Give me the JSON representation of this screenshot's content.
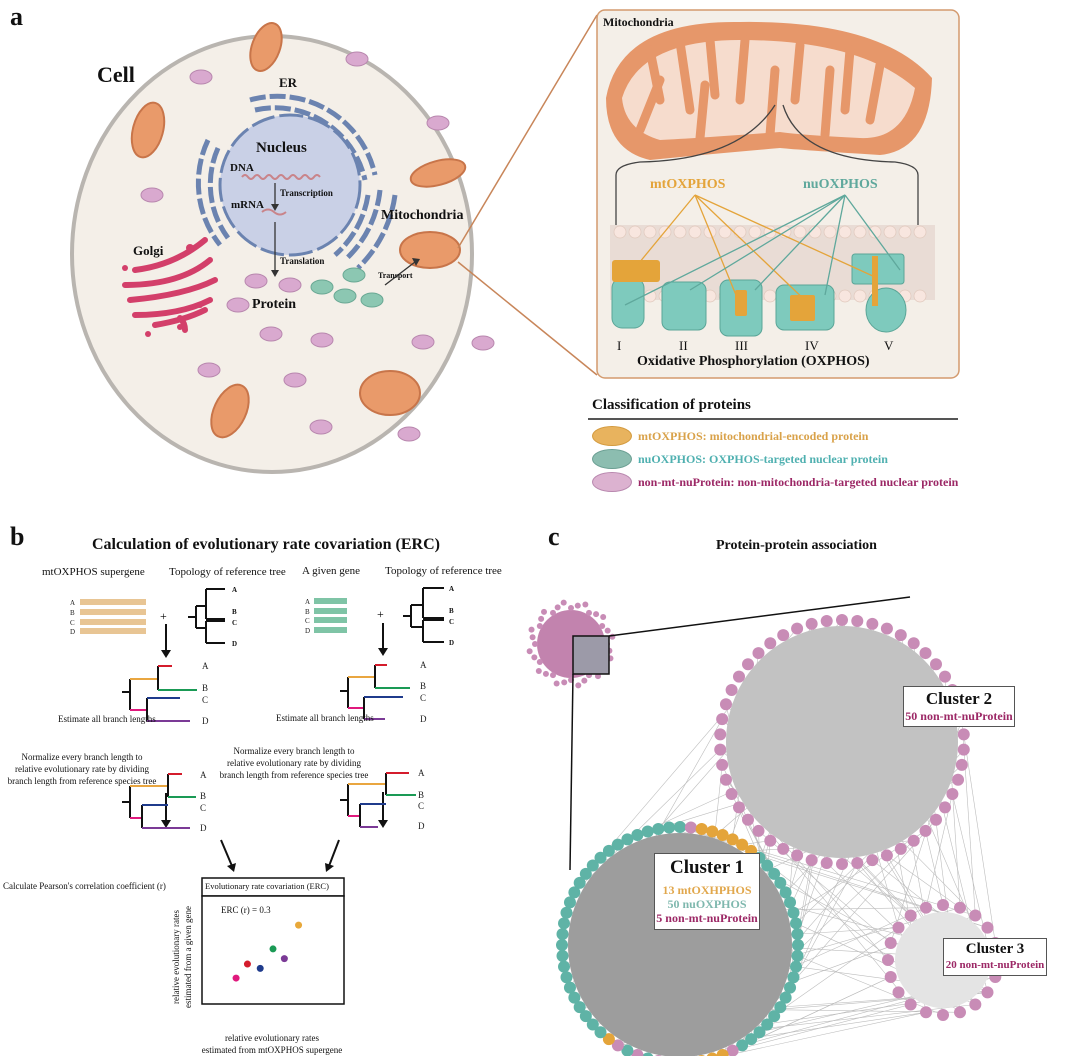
{
  "colors": {
    "mt": "#e4a43a",
    "nu": "#5fb3a6",
    "non": "#c88cb6",
    "non_text": "#9c2866",
    "mito_fill": "#e99a6a",
    "cell_fill": "#f4efe8",
    "nucleus": "#c9d0e6",
    "er": "#6b83b0",
    "golgi": "#d33f6a"
  },
  "panel_a": {
    "letter": "a",
    "cell_label": "Cell",
    "er_label": "ER",
    "nucleus_label": "Nucleus",
    "dna_label": "DNA",
    "mrna_label": "mRNA",
    "transcription_label": "Transcription",
    "translation_label": "Translation",
    "golgi_label": "Golgi",
    "protein_label": "Protein",
    "transport_label": "Transport",
    "mito_label": "Mitochondria",
    "inset": {
      "title": "Mitochondria",
      "mt_label": "mtOXPHOS",
      "nu_label": "nuOXPHOS",
      "complexes": [
        "I",
        "II",
        "III",
        "IV",
        "V"
      ],
      "caption": "Oxidative Phosphorylation (OXPHOS)"
    },
    "legend": {
      "title": "Classification of proteins",
      "items": [
        {
          "label": "mtOXPHOS: mitochondrial-encoded protein",
          "type": "mt"
        },
        {
          "label": "nuOXPHOS: OXPHOS-targeted nuclear protein",
          "type": "nu"
        },
        {
          "label": "non-mt-nuProtein: non-mitochondria-targeted nuclear protein",
          "type": "non"
        }
      ]
    }
  },
  "panel_b": {
    "letter": "b",
    "title": "Calculation of evolutionary rate covariation (ERC)",
    "left": {
      "gene_label": "mtOXPHOS supergene",
      "tree_label": "Topology of reference tree",
      "step1": "Estimate all branch lengths",
      "step2_lines": [
        "Normalize every branch length to",
        "relative evolutionary rate by dividing",
        "branch length from reference species tree"
      ]
    },
    "right": {
      "gene_label": "A given gene",
      "tree_label": "Topology of reference tree",
      "step1": "Estimate all branch lengths",
      "step2_lines": [
        "Normalize every branch length to",
        "relative evolutionary rate by dividing",
        "branch length from reference species tree"
      ]
    },
    "taxa": [
      "A",
      "B",
      "C",
      "D"
    ],
    "plus": "+",
    "pearson_label": "Calculate  Pearson's correlation coefficient (r)",
    "erc_box": {
      "title": "Evolutionary rate covariation (ERC)",
      "stat": "ERC (r) = 0.3",
      "xlabel_lines": [
        "relative evolutionary rates",
        "estimated from mtOXPHOS supergene"
      ],
      "ylabel_lines": [
        "relative evolutionary rates",
        "estimated from a given gene"
      ]
    }
  },
  "chart_data": {
    "type": "scatter",
    "title": "Evolutionary rate covariation (ERC)",
    "annotation": "ERC (r) = 0.3",
    "xlabel": "relative evolutionary rates estimated from mtOXPHOS supergene",
    "ylabel": "relative evolutionary rates estimated from a given gene",
    "xlim": [
      0,
      1
    ],
    "ylim": [
      0,
      1
    ],
    "points": [
      {
        "x": 0.24,
        "y": 0.24,
        "color": "#e0197d"
      },
      {
        "x": 0.32,
        "y": 0.37,
        "color": "#d41c2c"
      },
      {
        "x": 0.41,
        "y": 0.33,
        "color": "#1f3b8c"
      },
      {
        "x": 0.5,
        "y": 0.51,
        "color": "#1a9a55"
      },
      {
        "x": 0.58,
        "y": 0.42,
        "color": "#7b3a96"
      },
      {
        "x": 0.68,
        "y": 0.73,
        "color": "#e8a83a"
      }
    ]
  },
  "panel_c": {
    "letter": "c",
    "title": "Protein-protein association",
    "clusters": [
      {
        "name": "Cluster 1",
        "lines": [
          {
            "text": "13 mtOXHPHOS",
            "type": "mt"
          },
          {
            "text": "50 nuOXPHOS",
            "type": "nu"
          },
          {
            "text": "5 non-mt-nuProtein",
            "type": "non"
          }
        ],
        "counts": {
          "mt": 13,
          "nu": 50,
          "non": 5
        }
      },
      {
        "name": "Cluster 2",
        "lines": [
          {
            "text": "50 non-mt-nuProtein",
            "type": "non"
          }
        ],
        "counts": {
          "non": 50
        }
      },
      {
        "name": "Cluster 3",
        "lines": [
          {
            "text": "20 non-mt-nuProtein",
            "type": "non"
          }
        ],
        "counts": {
          "non": 20
        }
      }
    ]
  }
}
